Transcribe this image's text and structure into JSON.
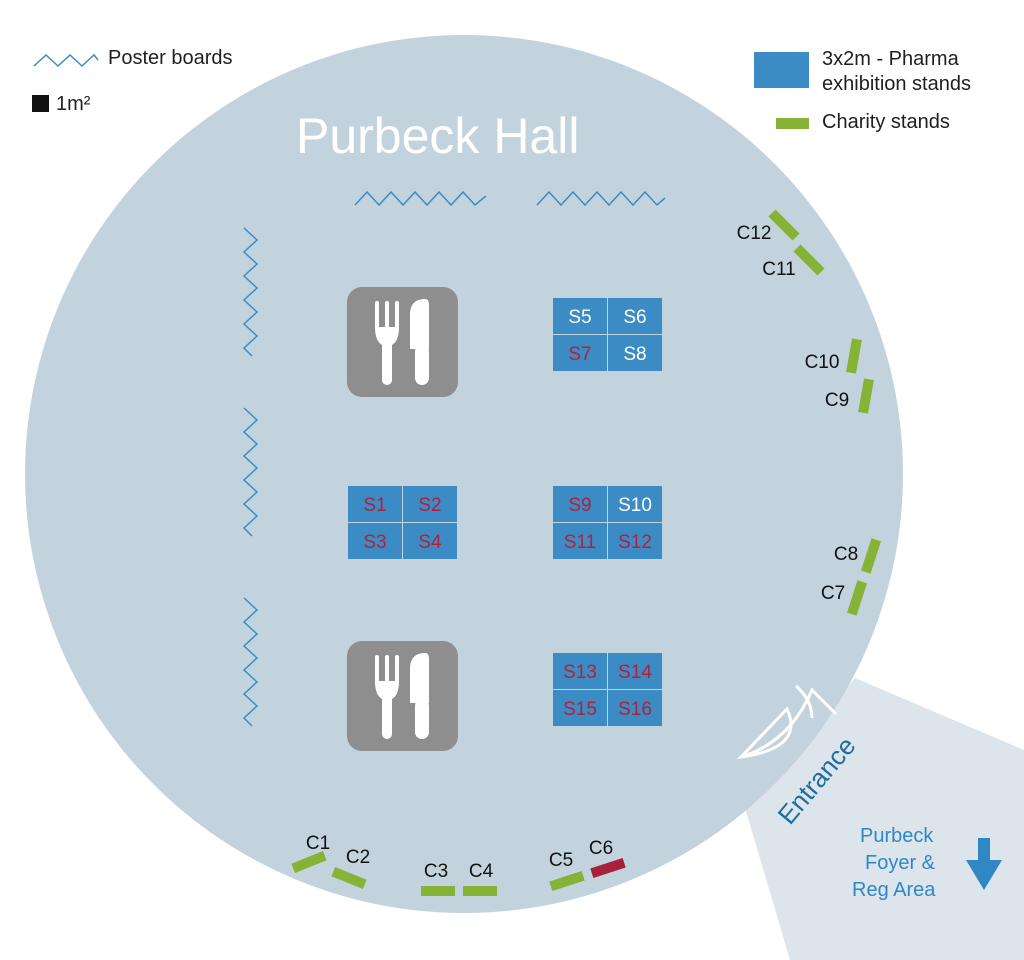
{
  "title": "Purbeck Hall",
  "legend": {
    "poster_boards": "Poster boards",
    "one_square_metre": "1m²",
    "pharma_line1": "3x2m - Pharma",
    "pharma_line2": "exhibition stands",
    "charity": "Charity stands"
  },
  "colors": {
    "hall": "#c3d3de",
    "corridor": "#dde5ec",
    "stand": "#3b8cc4",
    "charity": "#86b235",
    "charity_alt": "#a8213c",
    "label_white": "#ffffff",
    "label_red": "#b3203a",
    "dining": "#8e8e8e",
    "poster": "#3b8cc4",
    "arrow": "#2f87c4"
  },
  "stand_blocks": [
    {
      "stands": [
        {
          "label": "S5",
          "red": false
        },
        {
          "label": "S6",
          "red": false
        },
        {
          "label": "S7",
          "red": true
        },
        {
          "label": "S8",
          "red": false
        }
      ]
    },
    {
      "stands": [
        {
          "label": "S1",
          "red": true
        },
        {
          "label": "S2",
          "red": true
        },
        {
          "label": "S3",
          "red": true
        },
        {
          "label": "S4",
          "red": true
        }
      ]
    },
    {
      "stands": [
        {
          "label": "S9",
          "red": true
        },
        {
          "label": "S10",
          "red": false
        },
        {
          "label": "S11",
          "red": true
        },
        {
          "label": "S12",
          "red": true
        }
      ]
    },
    {
      "stands": [
        {
          "label": "S13",
          "red": true
        },
        {
          "label": "S14",
          "red": true
        },
        {
          "label": "S15",
          "red": true
        },
        {
          "label": "S16",
          "red": true
        }
      ]
    }
  ],
  "charity_stands": [
    {
      "label": "C1",
      "alt": false
    },
    {
      "label": "C2",
      "alt": false
    },
    {
      "label": "C3",
      "alt": false
    },
    {
      "label": "C4",
      "alt": false
    },
    {
      "label": "C5",
      "alt": false
    },
    {
      "label": "C6",
      "alt": true
    },
    {
      "label": "C7",
      "alt": false
    },
    {
      "label": "C8",
      "alt": false
    },
    {
      "label": "C9",
      "alt": false
    },
    {
      "label": "C10",
      "alt": false
    },
    {
      "label": "C11",
      "alt": false
    },
    {
      "label": "C12",
      "alt": false
    }
  ],
  "dining_icons": [
    "fork-knife-icon",
    "fork-knife-icon"
  ],
  "entrance": "Entrance",
  "foyer": {
    "line1": "Purbeck",
    "line2": "Foyer &",
    "line3": "Reg Area"
  }
}
